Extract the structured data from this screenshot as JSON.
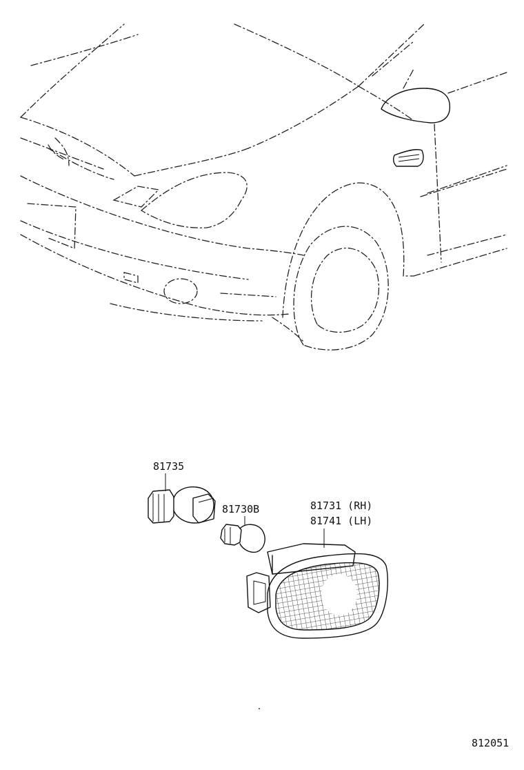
{
  "diagram_code": "812051",
  "callouts": [
    {
      "id": "socket",
      "text": "81735"
    },
    {
      "id": "bulb",
      "text": "81730B"
    },
    {
      "id": "lamp-rh",
      "text": "81731 (RH)"
    },
    {
      "id": "lamp-lh",
      "text": "81741 (LH)"
    }
  ],
  "colors": {
    "line": "#111111",
    "background": "#ffffff"
  }
}
